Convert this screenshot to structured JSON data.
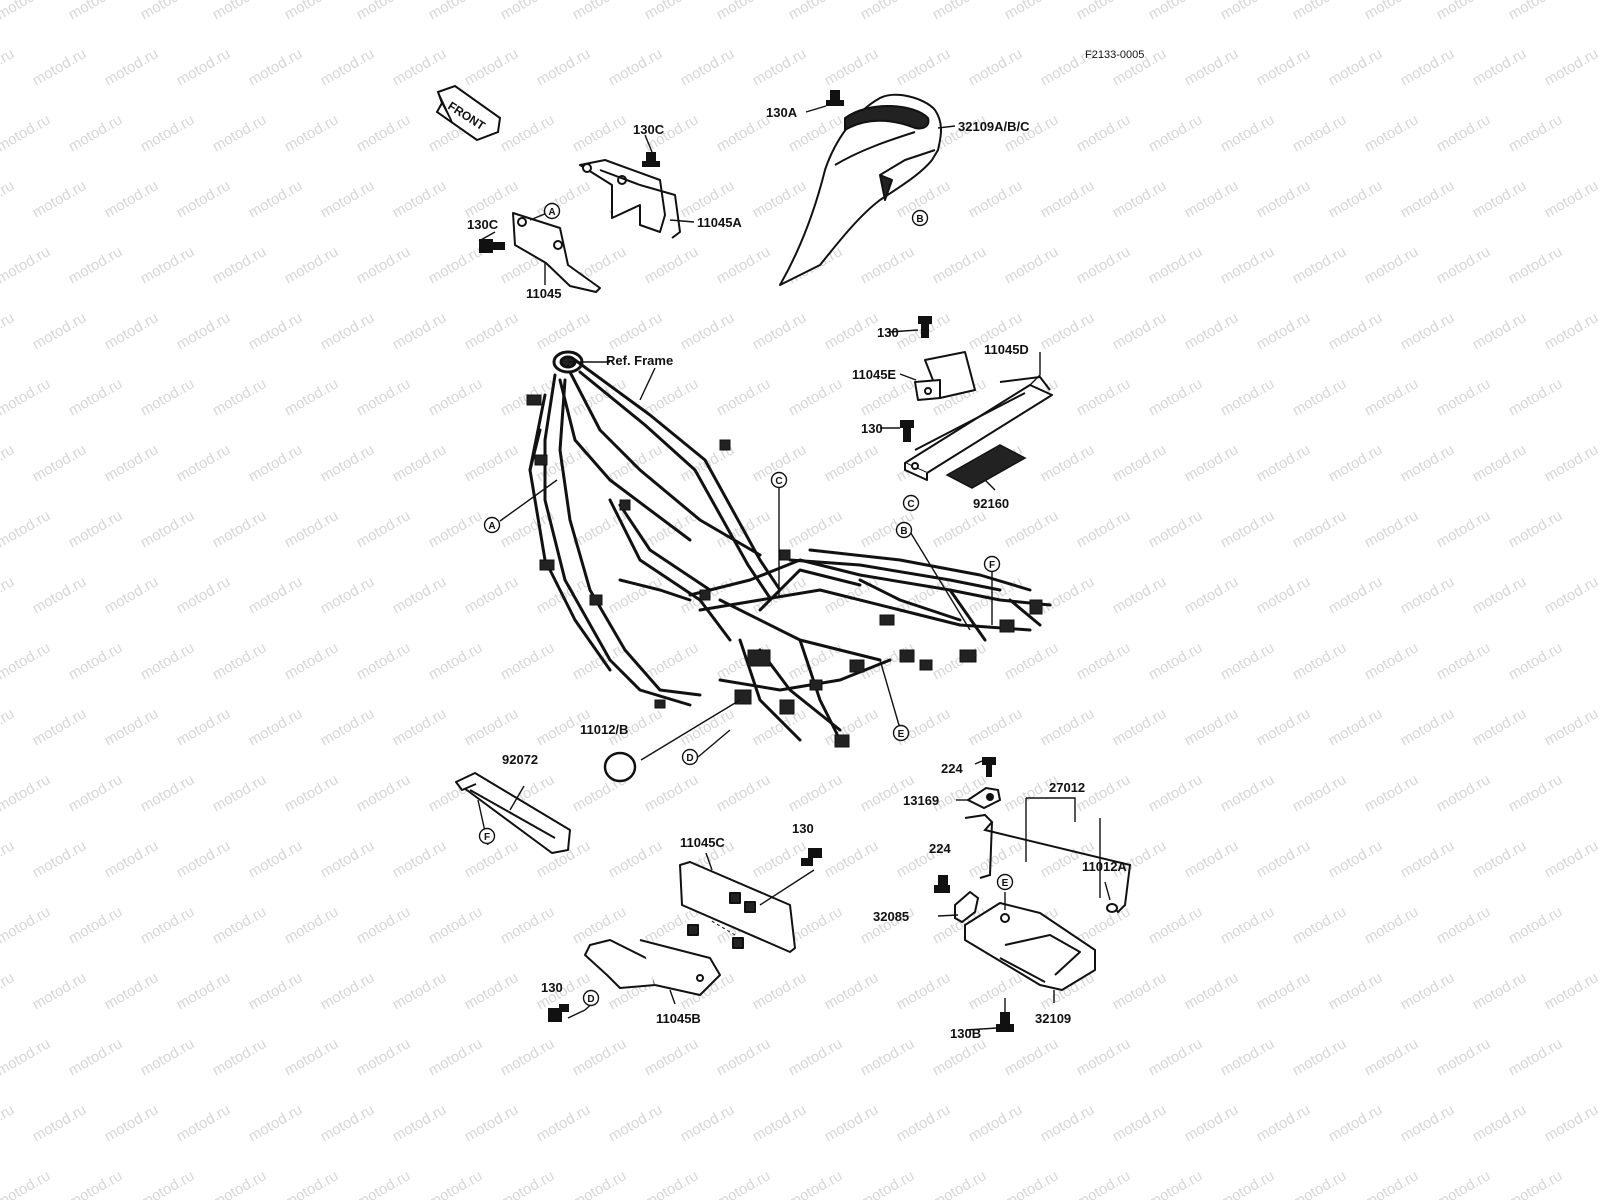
{
  "figure_id": "F2133-0005",
  "watermark_text": "motod.ru",
  "front_arrow_label": "FRONT",
  "ref_frame_label": "Ref. Frame",
  "part_labels": {
    "p130A": "130A",
    "p32109ABC": "32109A/B/C",
    "p130C_top": "130C",
    "p130C_left": "130C",
    "p11045A": "11045A",
    "p11045": "11045",
    "p130_top": "130",
    "p11045D": "11045D",
    "p11045E": "11045E",
    "p130_mid": "130",
    "p92160": "92160",
    "p11012B": "11012/B",
    "p92072": "92072",
    "p224_top": "224",
    "p13169": "13169",
    "p27012": "27012",
    "p11045C": "11045C",
    "p130_lower": "130",
    "p224_mid": "224",
    "p11012A": "11012A",
    "p32085": "32085",
    "p130_bottom": "130",
    "p11045B": "11045B",
    "p130B": "130B",
    "p32109": "32109"
  },
  "callout_letters": {
    "A_cover": "A",
    "A_frame": "A",
    "B_cover": "B",
    "B_frame": "B",
    "C_frame": "C",
    "C_tray": "C",
    "D_frame": "D",
    "D_bracket": "D",
    "E_frame": "E",
    "E_bracket": "E",
    "F_frame": "F",
    "F_strap": "F"
  }
}
